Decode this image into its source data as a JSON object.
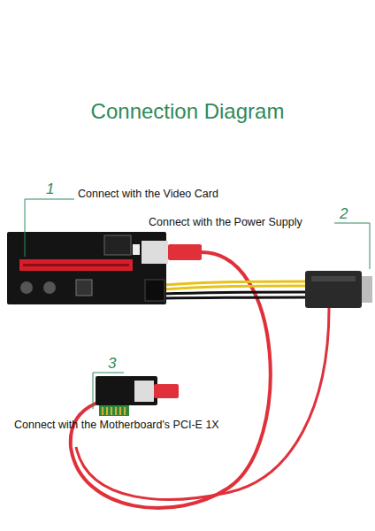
{
  "diagram": {
    "title": "Connection Diagram",
    "labels": [
      "1",
      "Connect with the Video Card",
      "2",
      "Connect with the Power Supply",
      "3",
      "Connect with the Motherboard's PCI-E 1X"
    ]
  }
}
